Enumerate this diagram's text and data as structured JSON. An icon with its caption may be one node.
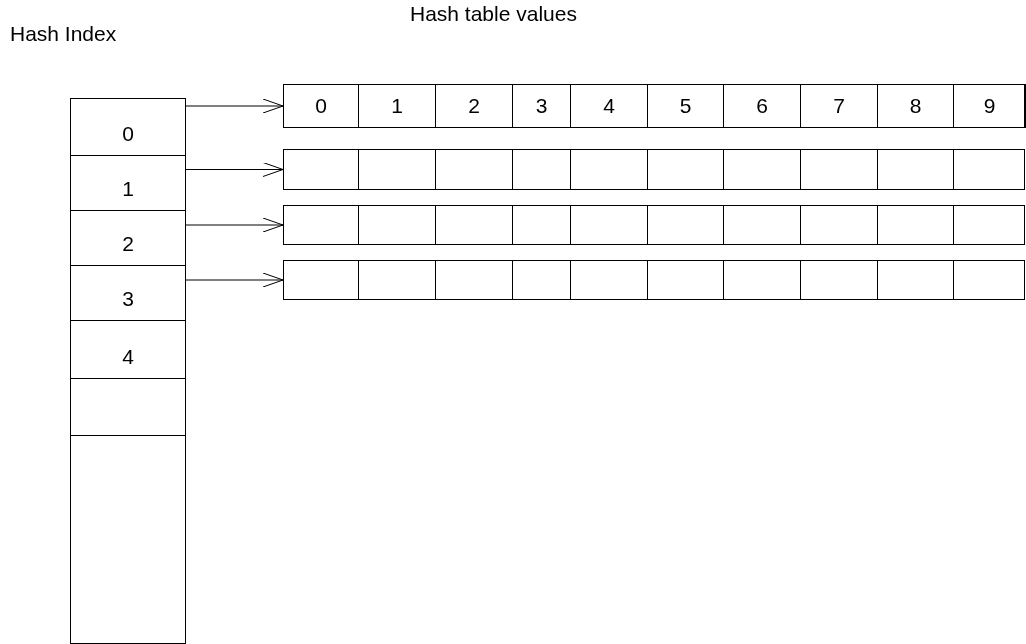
{
  "diagram": {
    "nodes": [
      {
        "text": [
          "0"
        ]
      },
      {
        "text": [
          "1"
        ]
      },
      {
        "text": [
          "2"
        ]
      },
      {
        "text": [
          "3"
        ]
      },
      {
        "text": [
          "4"
        ]
      },
      {
        "text": [],
        "shape": "box"
      },
      {
        "text": [],
        "shape": "box"
      },
      {
        "text": [],
        "shape": "box"
      },
      {
        "text": [],
        "shape": "box"
      },
      {
        "text": [],
        "shape": "box"
      },
      {
        "text": [],
        "shape": "box"
      },
      {
        "text": [
          "0"
        ],
        "in": 7
      },
      {
        "text": [
          "1"
        ],
        "in": 7
      },
      {
        "text": [
          "2"
        ],
        "in": 7
      },
      {
        "text": [
          "3"
        ],
        "in": 7
      },
      {
        "text": [
          "4"
        ],
        "in": 7
      },
      {
        "text": [
          "5"
        ],
        "in": 7
      },
      {
        "text": [
          "6"
        ],
        "in": 7
      },
      {
        "text": [
          "7"
        ],
        "in": 7
      },
      {
        "text": [
          "8"
        ],
        "in": 7
      },
      {
        "text": [
          "9"
        ],
        "in": 7
      }
    ],
    "edges": [
      {
        "from": 0,
        "to": 7,
        "arrow": "to"
      },
      {
        "from": 1,
        "to": 8,
        "arrow": "to"
      },
      {
        "from": 2,
        "to": 9,
        "arrow": "to"
      },
      {
        "from": 3,
        "to": 10,
        "arrow": "to"
      }
    ],
    "labels": [
      "Hash Index",
      "Hash table values"
    ]
  }
}
